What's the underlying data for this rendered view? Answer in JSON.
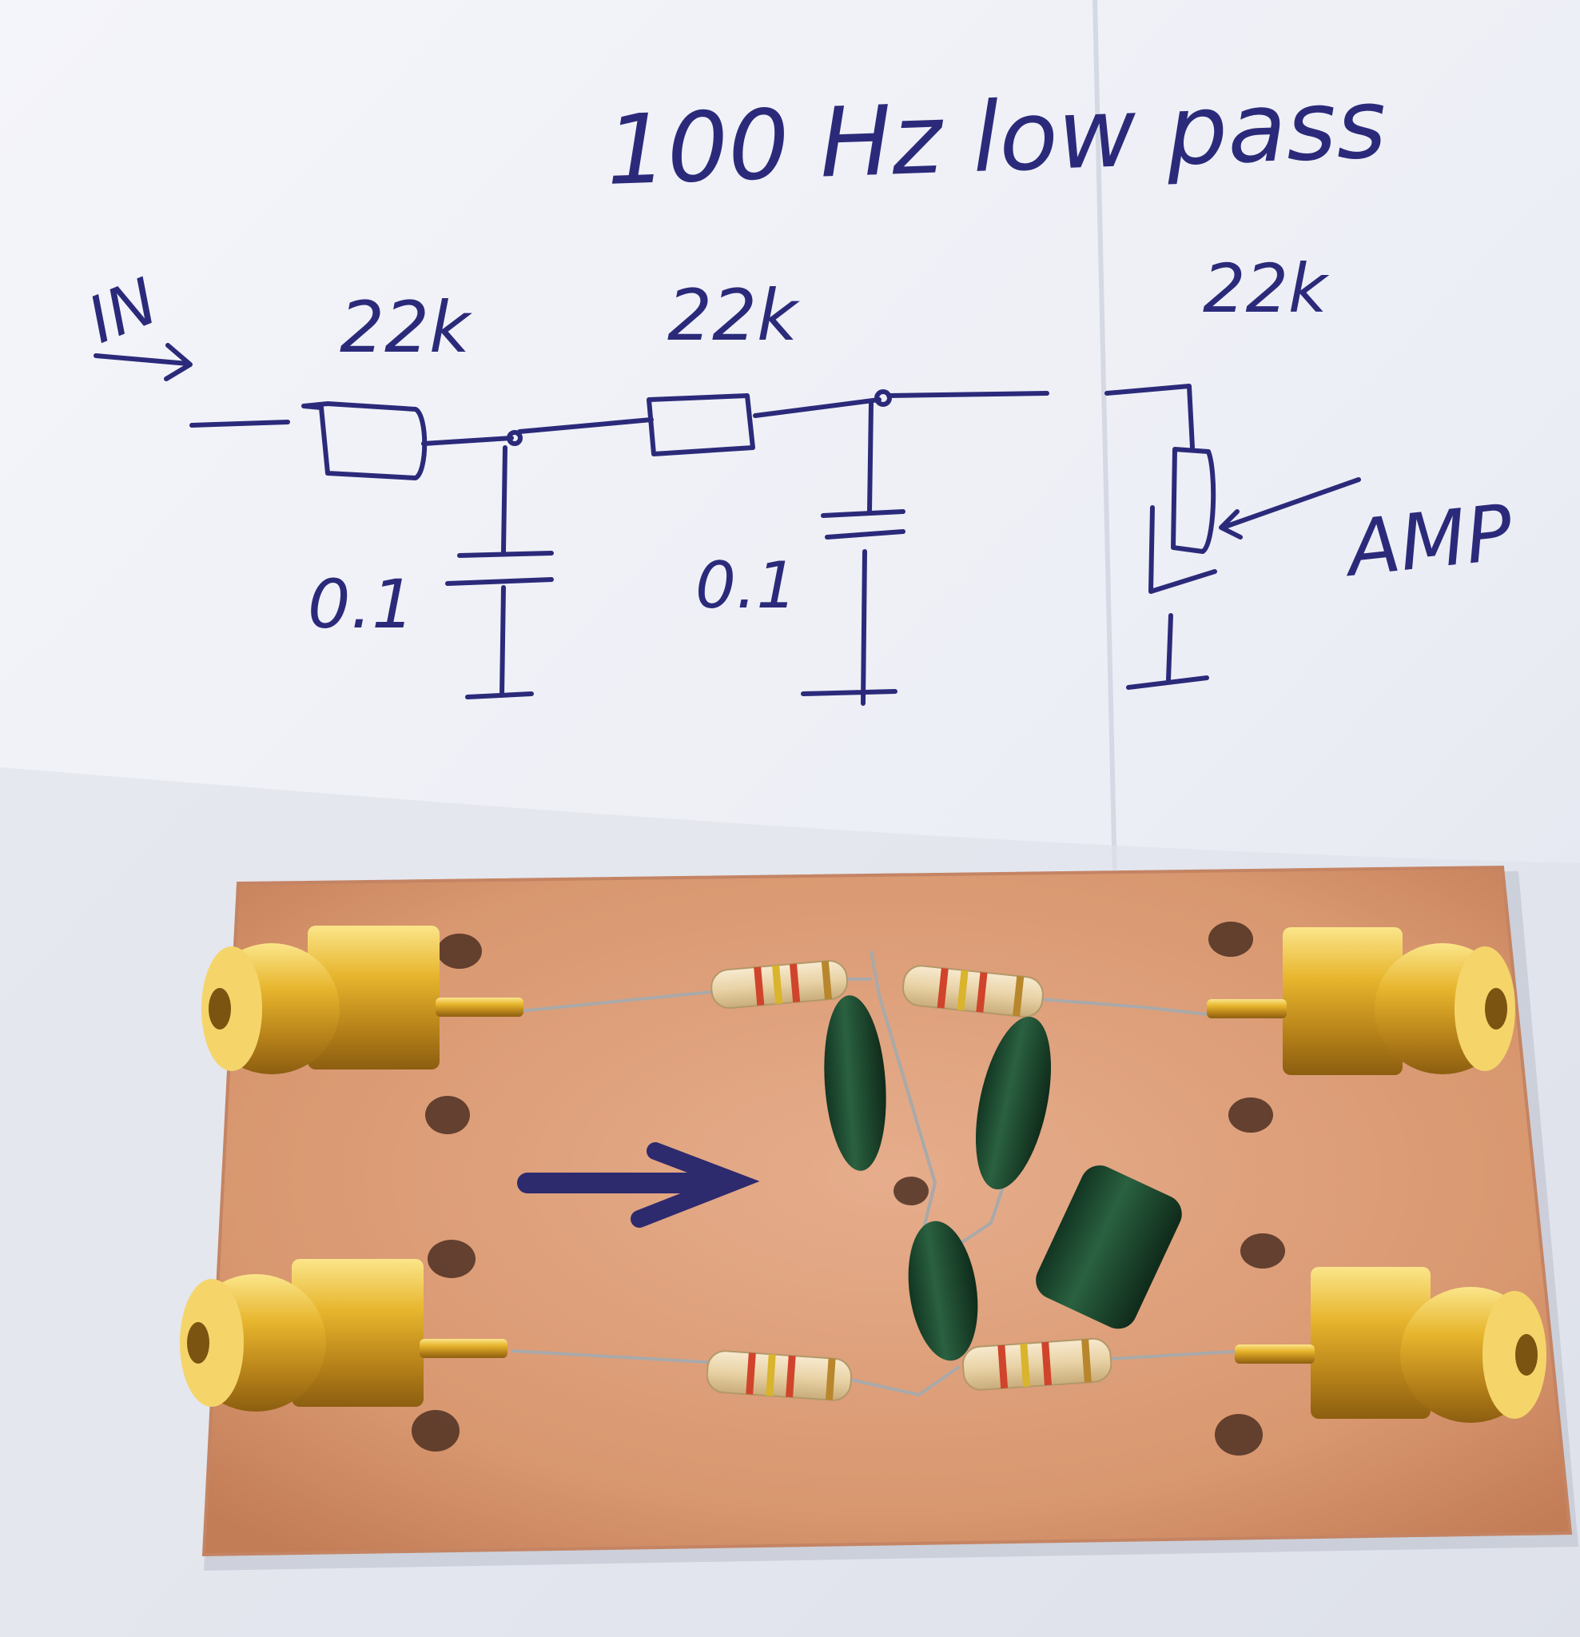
{
  "colors": {
    "paper": "#eef0f6",
    "paper_shadow": "#d9dde8",
    "ink": "#2b2a7a",
    "copper": "#d99a78",
    "copper_dark": "#b8704e",
    "gold": "#d9a520",
    "gold_light": "#f4d46a",
    "capacitor": "#1f4a2c",
    "resistor_body": "#efd9b0",
    "solder": "#5a3a2a"
  },
  "sketch": {
    "title": "100 Hz low pass",
    "input_label": "IN",
    "resistor_1": "22k",
    "resistor_2": "22k",
    "potentiometer": "22k",
    "capacitor_1": "0.1",
    "capacitor_2": "0.1",
    "output_label": "AMP"
  }
}
